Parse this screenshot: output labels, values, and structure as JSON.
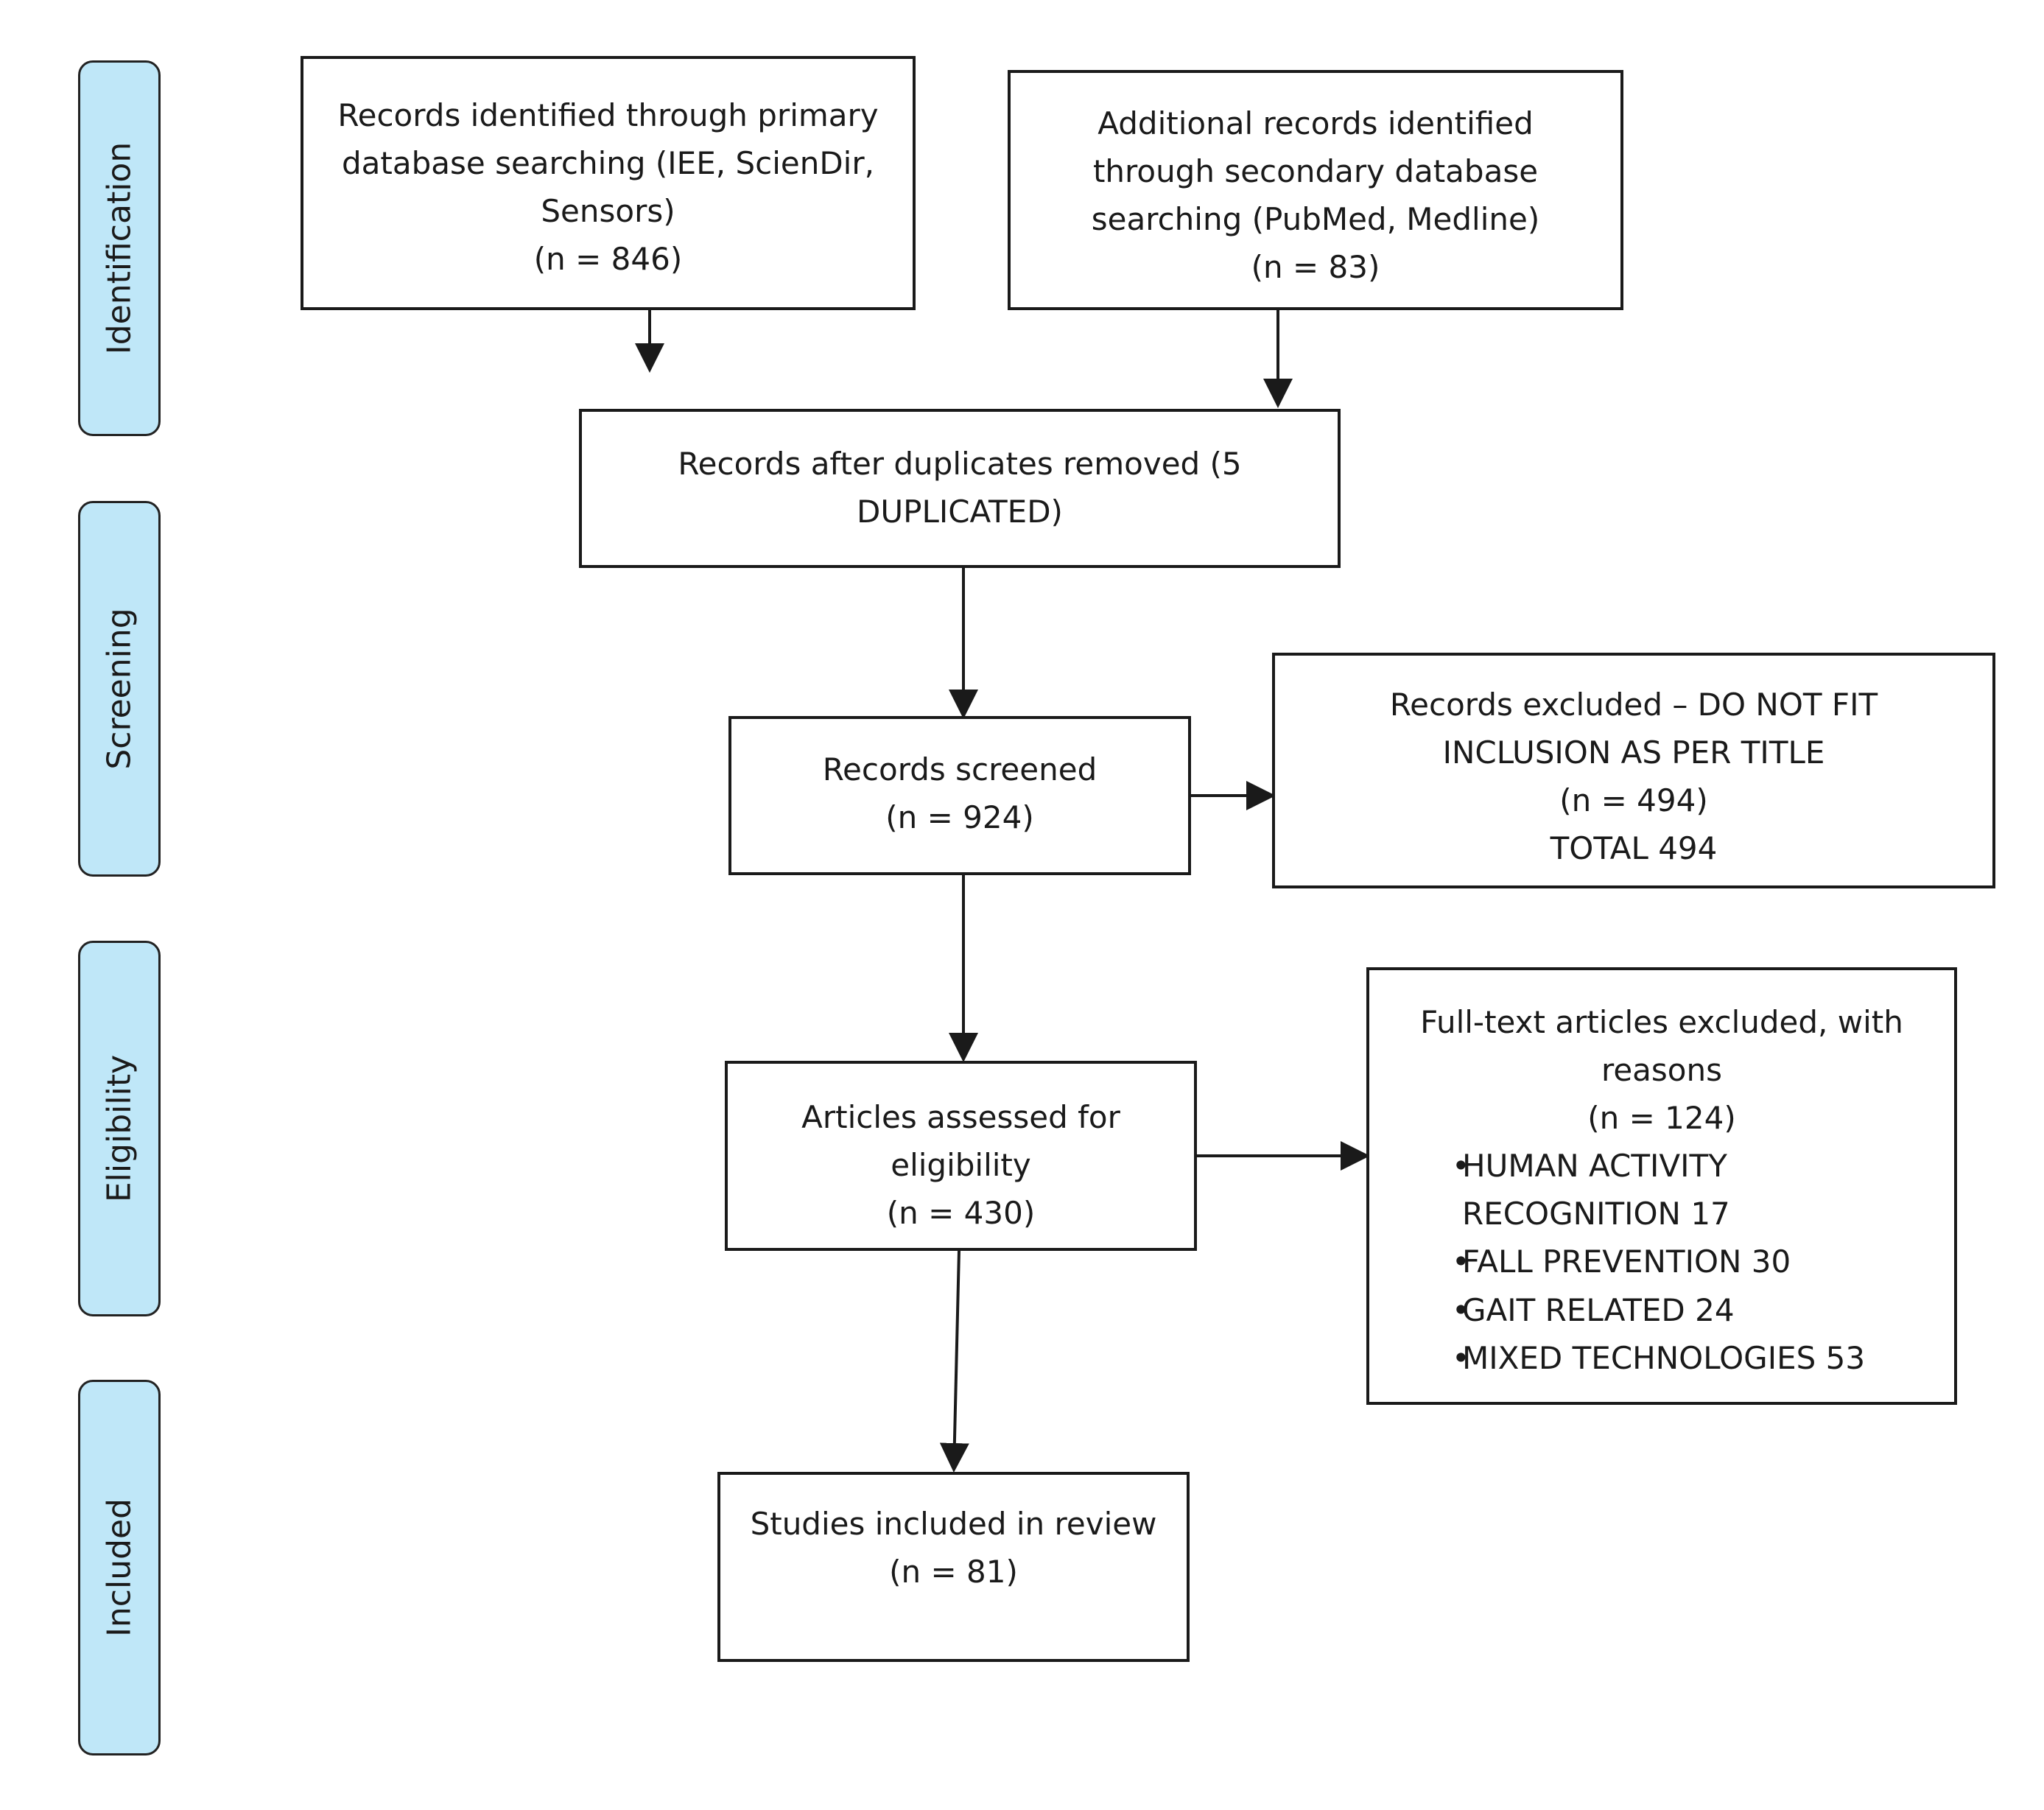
{
  "phases": {
    "identification": "Identification",
    "screening": "Screening",
    "eligibility": "Eligibility",
    "included": "Included"
  },
  "boxes": {
    "primary": {
      "lines": [
        "Records identified through primary",
        "database searching (IEE, ScienDir,",
        "Sensors)",
        "(n = 846)"
      ]
    },
    "secondary": {
      "lines": [
        "Additional records identified",
        "through secondary database",
        "searching (PubMed, Medline)",
        "(n = 83)"
      ]
    },
    "duplicates": {
      "lines": [
        "Records after duplicates removed (5",
        "DUPLICATED)"
      ]
    },
    "screened": {
      "lines": [
        "Records screened",
        "(n = 924)"
      ]
    },
    "excluded": {
      "lines": [
        "Records excluded – DO NOT FIT",
        "INCLUSION AS PER TITLE",
        "(n = 494)",
        "TOTAL 494"
      ]
    },
    "assessed": {
      "lines": [
        "Articles assessed for",
        "eligibility",
        "(n = 430)"
      ]
    },
    "fulltext_excluded": {
      "header_lines": [
        "Full-text articles excluded, with",
        "reasons",
        "(n = 124)"
      ],
      "bullet_symbol": "•",
      "bullets": [
        {
          "line1": "HUMAN ACTIVITY",
          "line2": "RECOGNITION  17"
        },
        {
          "line1": "FALL PREVENTION 30"
        },
        {
          "line1": "GAIT RELATED 24"
        },
        {
          "line1": "MIXED TECHNOLOGIES 53"
        }
      ]
    },
    "included": {
      "lines": [
        "Studies included in review",
        "(n = 81)"
      ]
    }
  }
}
